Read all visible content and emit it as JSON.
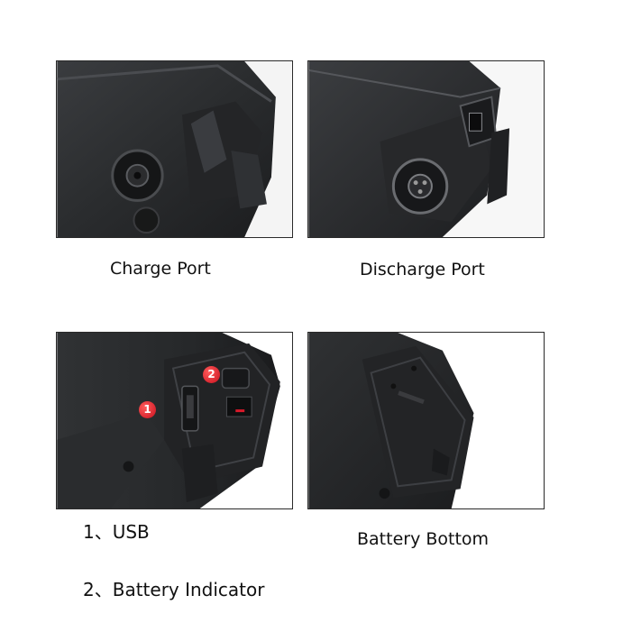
{
  "panels": [
    {
      "caption": "Charge Port"
    },
    {
      "caption": "Discharge Port"
    },
    {
      "caption": "",
      "markers": [
        "1",
        "2"
      ]
    },
    {
      "caption": "Battery Bottom"
    }
  ],
  "notes": [
    {
      "text": "1、USB"
    },
    {
      "text": "2、Battery Indicator"
    }
  ],
  "colors": {
    "battery_body": "#2b2d2f",
    "battery_dark": "#1b1c1e",
    "marker_red": "#d9192a",
    "frame": "#2a2a2a"
  }
}
